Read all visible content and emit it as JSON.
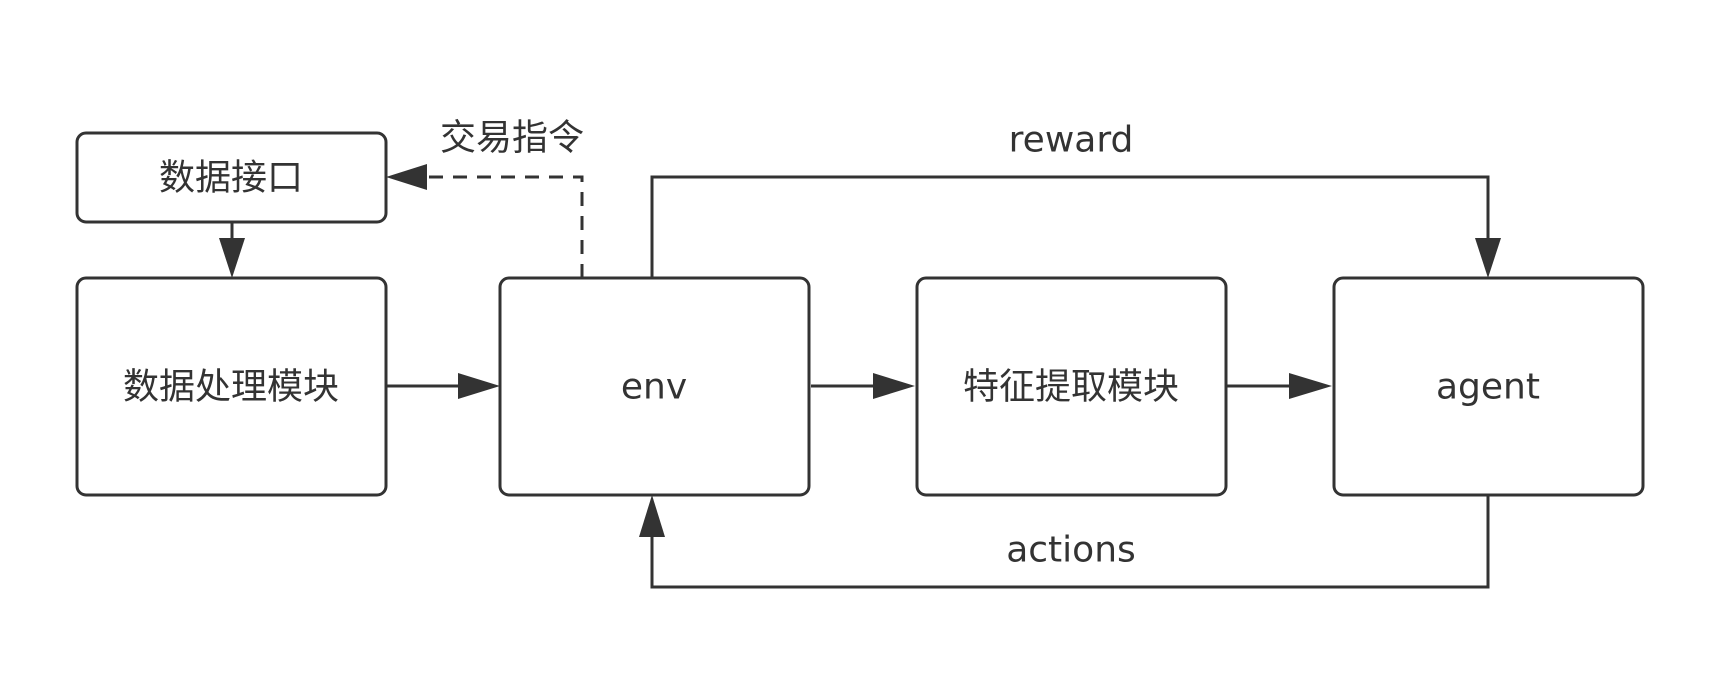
{
  "nodes": {
    "data_interface": {
      "label": "数据接口"
    },
    "data_processing": {
      "label": "数据处理模块"
    },
    "env": {
      "label": "env"
    },
    "feature_extraction": {
      "label": "特征提取模块"
    },
    "agent": {
      "label": "agent"
    }
  },
  "edges": {
    "trade_instruction": {
      "label": "交易指令",
      "style": "dashed"
    },
    "reward": {
      "label": "reward"
    },
    "actions": {
      "label": "actions"
    }
  },
  "colors": {
    "stroke": "#333333",
    "fill": "#ffffff",
    "text": "#333333"
  }
}
